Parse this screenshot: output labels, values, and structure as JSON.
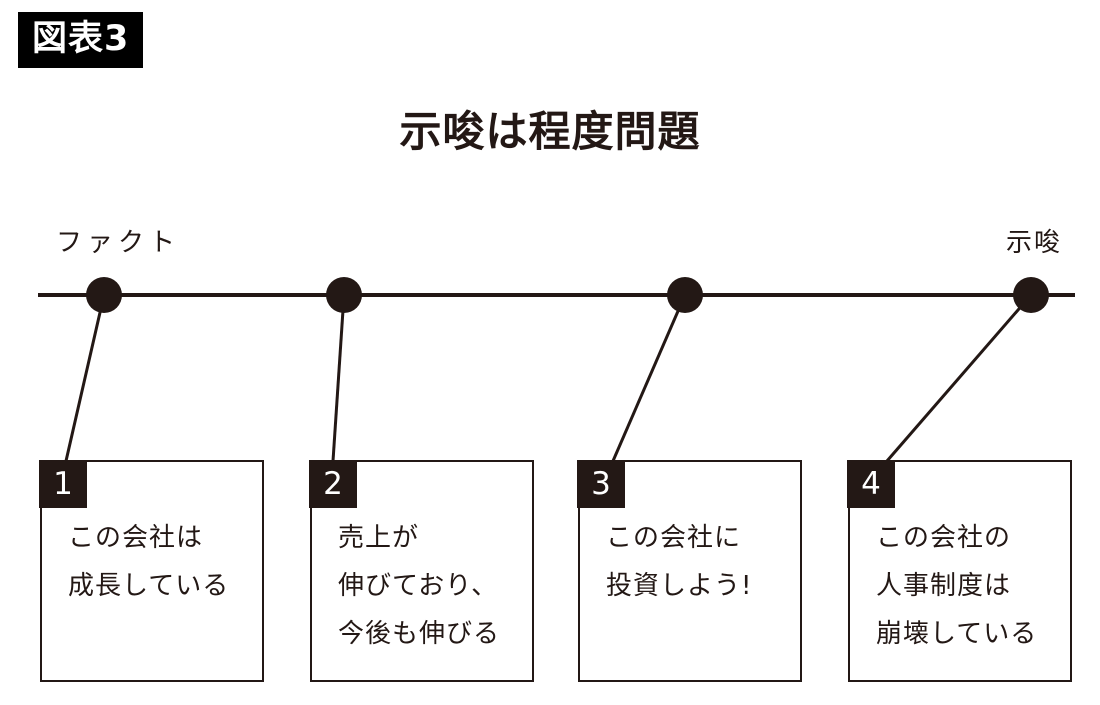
{
  "badge": {
    "label": "図表3"
  },
  "title": "示唆は程度問題",
  "axis": {
    "left_label": "ファクト",
    "right_label": "示唆"
  },
  "colors": {
    "ink": "#231815",
    "badge_background": "#000000",
    "badge_text": "#ffffff",
    "box_background": "#ffffff"
  },
  "boxes": [
    {
      "number": "1",
      "lines": [
        "この会社は",
        "成長している"
      ]
    },
    {
      "number": "2",
      "lines": [
        "売上が",
        "伸びており、",
        "今後も伸びる"
      ]
    },
    {
      "number": "3",
      "lines": [
        "この会社に",
        "投資しよう!"
      ]
    },
    {
      "number": "4",
      "lines": [
        "この会社の",
        "人事制度は",
        "崩壊している"
      ]
    }
  ]
}
